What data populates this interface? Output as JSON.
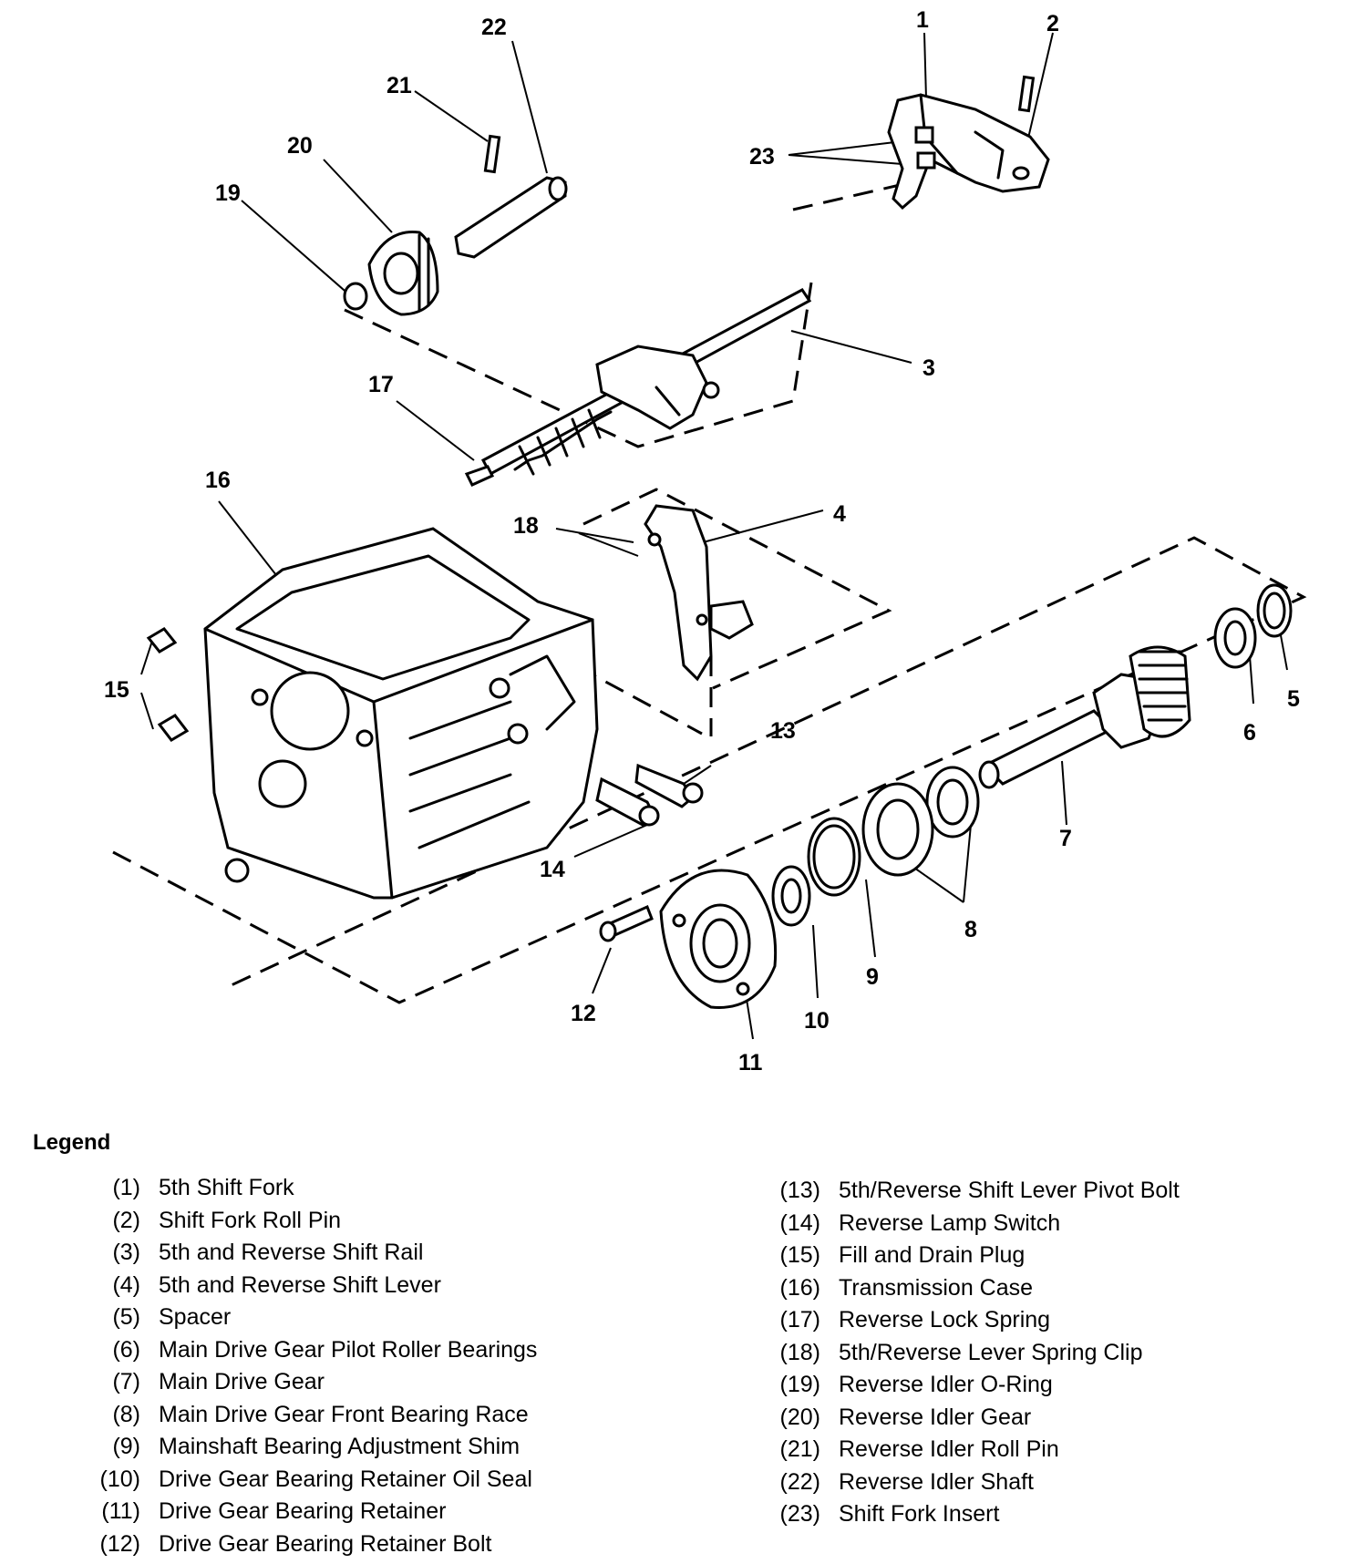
{
  "diagram": {
    "callouts": [
      "1",
      "2",
      "3",
      "4",
      "5",
      "6",
      "7",
      "8",
      "9",
      "10",
      "11",
      "12",
      "13",
      "14",
      "15",
      "16",
      "17",
      "18",
      "19",
      "20",
      "21",
      "22",
      "23"
    ]
  },
  "legend": {
    "title": "Legend",
    "left_items": [
      {
        "num": "(1)",
        "label": "5th Shift Fork"
      },
      {
        "num": "(2)",
        "label": "Shift Fork Roll Pin"
      },
      {
        "num": "(3)",
        "label": "5th and Reverse Shift Rail"
      },
      {
        "num": "(4)",
        "label": "5th and Reverse Shift Lever"
      },
      {
        "num": "(5)",
        "label": "Spacer"
      },
      {
        "num": "(6)",
        "label": "Main Drive Gear Pilot Roller Bearings"
      },
      {
        "num": "(7)",
        "label": "Main Drive Gear"
      },
      {
        "num": "(8)",
        "label": "Main Drive Gear Front Bearing Race"
      },
      {
        "num": "(9)",
        "label": "Mainshaft Bearing Adjustment Shim"
      },
      {
        "num": "(10)",
        "label": "Drive Gear Bearing Retainer Oil Seal"
      },
      {
        "num": "(11)",
        "label": "Drive Gear Bearing Retainer"
      },
      {
        "num": "(12)",
        "label": "Drive Gear Bearing Retainer Bolt"
      }
    ],
    "right_items": [
      {
        "num": "(13)",
        "label": "5th/Reverse Shift Lever Pivot Bolt"
      },
      {
        "num": "(14)",
        "label": "Reverse Lamp Switch"
      },
      {
        "num": "(15)",
        "label": "Fill and Drain Plug"
      },
      {
        "num": "(16)",
        "label": "Transmission Case"
      },
      {
        "num": "(17)",
        "label": "Reverse Lock Spring"
      },
      {
        "num": "(18)",
        "label": "5th/Reverse Lever Spring Clip"
      },
      {
        "num": "(19)",
        "label": "Reverse Idler O-Ring"
      },
      {
        "num": "(20)",
        "label": "Reverse Idler Gear"
      },
      {
        "num": "(21)",
        "label": "Reverse Idler Roll Pin"
      },
      {
        "num": "(22)",
        "label": "Reverse Idler Shaft"
      },
      {
        "num": "(23)",
        "label": "Shift Fork Insert"
      }
    ]
  }
}
